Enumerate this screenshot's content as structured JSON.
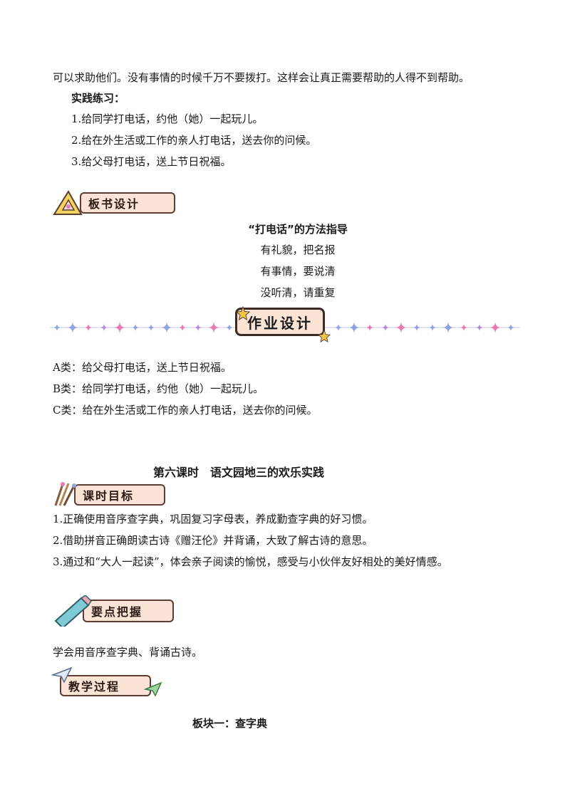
{
  "intro_line": "可以求助他们。没有事情的时候千万不要拨打。这样会让真正需要帮助的人得不到帮助。",
  "practice": {
    "heading": "实践练习：",
    "items": [
      "1.给同学打电话，约他（她）一起玩儿。",
      "2.给在外生活或工作的亲人打电话，送去你的问候。",
      "3.给父母打电话，送上节日祝福。"
    ]
  },
  "board_design": {
    "badge": "板书设计",
    "title": "“打电话”的方法指导",
    "lines": [
      "有礼貌，把名报",
      "有事情，要说清",
      "没听清，请重复"
    ]
  },
  "homework": {
    "badge": "作业设计",
    "items": [
      "A类：给父母打电话，送上节日祝福。",
      "B类：给同学打电话，约他（她）一起玩儿。",
      "C类：给在外生活或工作的亲人打电话，送去你的问候。"
    ]
  },
  "lesson6": {
    "title": "第六课时　语文园地三的欢乐实践",
    "goals_badge": "课时目标",
    "goals": [
      "1.正确使用音序查字典，巩固复习字母表，养成勤查字典的好习惯。",
      "2.借助拼音正确朗读古诗《赠汪伦》并背诵，大致了解古诗的意思。",
      "3.通过和“大人一起读”，体会亲子阅读的愉悦，感受与小伙伴友好相处的美好情感。"
    ],
    "keypoints_badge": "要点把握",
    "keypoints": "学会用音序查字典、背诵古诗。",
    "process_badge": "教学过程",
    "section1": "板块一：查字典"
  },
  "colors": {
    "badge_fill": "#fbe3d6",
    "badge_border": "#5a3d33",
    "star_blue": "#8fa3e0",
    "star_pink": "#e77ab0",
    "star_purple": "#b58ad8",
    "star_gold": "#f3c64a"
  }
}
